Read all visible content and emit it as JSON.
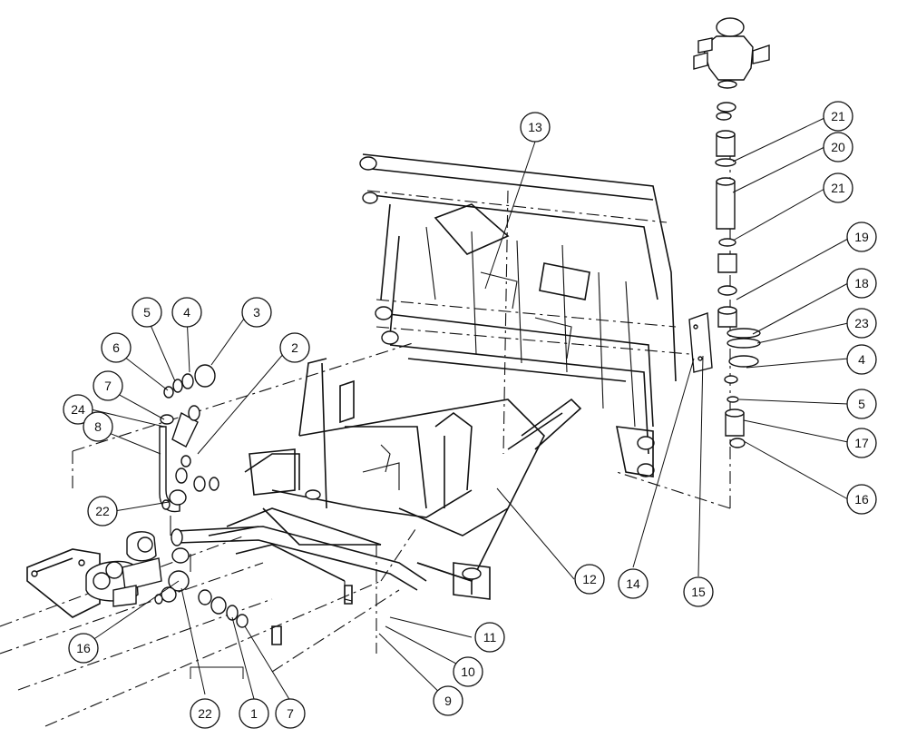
{
  "diagram": {
    "callouts": [
      {
        "id": "c13",
        "label": "13"
      },
      {
        "id": "c21a",
        "label": "21"
      },
      {
        "id": "c20",
        "label": "20"
      },
      {
        "id": "c21b",
        "label": "21"
      },
      {
        "id": "c19",
        "label": "19"
      },
      {
        "id": "c18",
        "label": "18"
      },
      {
        "id": "c23",
        "label": "23"
      },
      {
        "id": "c4r",
        "label": "4"
      },
      {
        "id": "c5r",
        "label": "5"
      },
      {
        "id": "c17",
        "label": "17"
      },
      {
        "id": "c16r",
        "label": "16"
      },
      {
        "id": "c5l",
        "label": "5"
      },
      {
        "id": "c4l",
        "label": "4"
      },
      {
        "id": "c3",
        "label": "3"
      },
      {
        "id": "c2",
        "label": "2"
      },
      {
        "id": "c6",
        "label": "6"
      },
      {
        "id": "c7t",
        "label": "7"
      },
      {
        "id": "c24",
        "label": "24"
      },
      {
        "id": "c8",
        "label": "8"
      },
      {
        "id": "c22t",
        "label": "22"
      },
      {
        "id": "c16l",
        "label": "16"
      },
      {
        "id": "c22b",
        "label": "22"
      },
      {
        "id": "c1",
        "label": "1"
      },
      {
        "id": "c7b",
        "label": "7"
      },
      {
        "id": "c9",
        "label": "9"
      },
      {
        "id": "c10",
        "label": "10"
      },
      {
        "id": "c11",
        "label": "11"
      },
      {
        "id": "c12",
        "label": "12"
      },
      {
        "id": "c14",
        "label": "14"
      },
      {
        "id": "c15",
        "label": "15"
      }
    ]
  }
}
